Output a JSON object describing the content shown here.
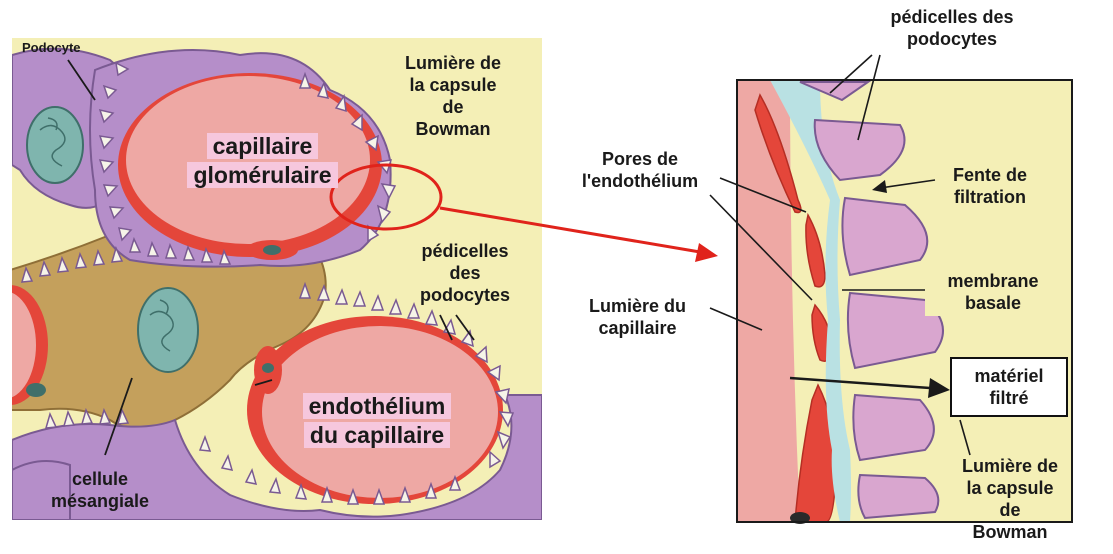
{
  "labels": {
    "podocyte": "Podocyte",
    "lumiere_capsule_top": [
      "Lumière de",
      "la capsule",
      "de",
      "Bowman"
    ],
    "capillaire_glomerulaire": [
      "capillaire",
      "glomérulaire"
    ],
    "pedicelles_mid": [
      "pédicelles",
      "des",
      "podocytes"
    ],
    "endothelium_capillaire": [
      "endothélium",
      "du capillaire"
    ],
    "cellule_mesangiale": [
      "cellule",
      "mésangiale"
    ],
    "pedicelles_top_right": [
      "pédicelles des",
      "podocytes"
    ],
    "pores_endothelium": [
      "Pores de",
      "l'endothélium"
    ],
    "fente_filtration": [
      "Fente de",
      "filtration"
    ],
    "membrane_basale": [
      "membrane",
      "basale"
    ],
    "lumiere_capillaire": [
      "Lumière du",
      "capillaire"
    ],
    "materiel_filtre": [
      "matériel",
      "filtré"
    ],
    "lumiere_capsule_bottom": [
      "Lumière de",
      "la capsule",
      "de",
      "Bowman"
    ]
  },
  "colors": {
    "background_yellow": "#f4efb6",
    "podocyte_purple": "#b58ec9",
    "capillary_pink": "#eea8a4",
    "endothelium_red": "#e4463a",
    "mesangial_olive": "#c4a05c",
    "basement_blue": "#b9e1e3",
    "nucleus_teal": "#7fb5ae",
    "pointer_red": "#e0231b"
  }
}
